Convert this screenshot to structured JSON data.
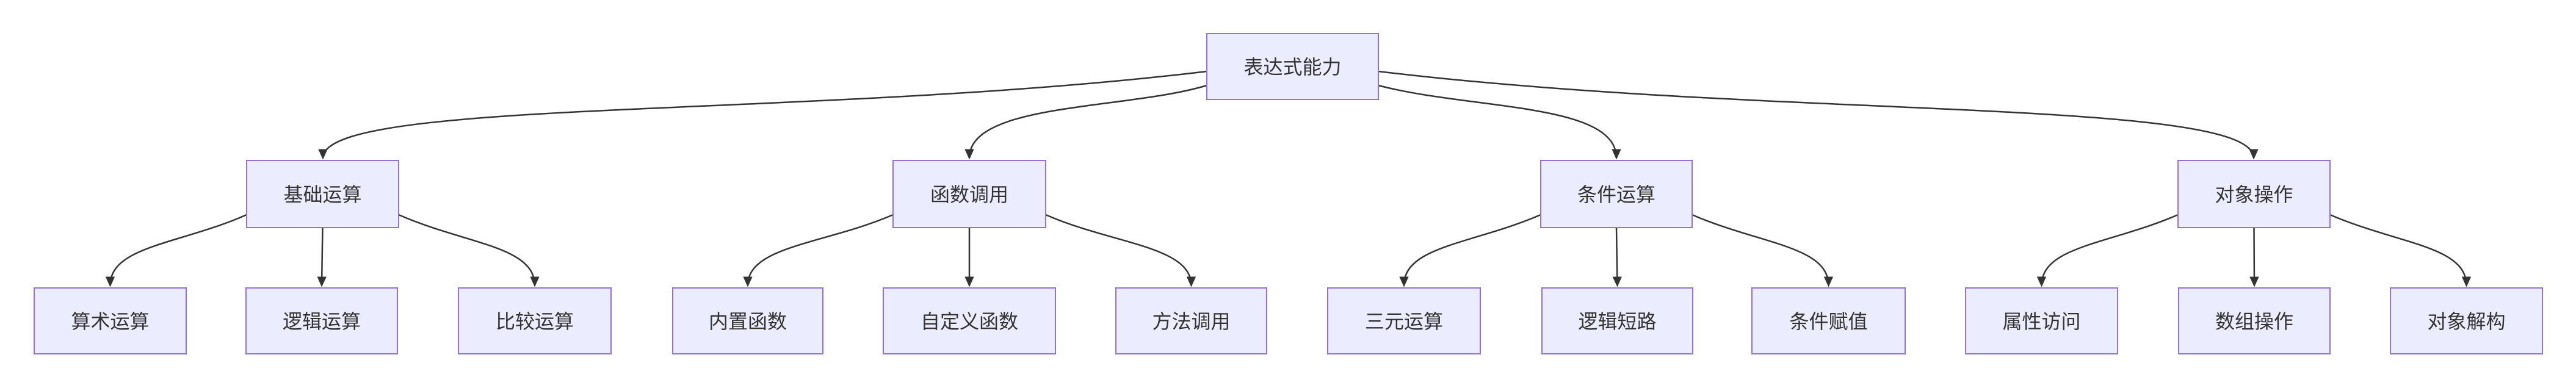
{
  "colors": {
    "background": "#FFFFFF",
    "node_fill": "#ECECFF",
    "node_border": "#9370DB",
    "edge_line": "#333333",
    "text": "#333333"
  },
  "diagram": {
    "type": "flowchart",
    "direction": "top-down",
    "root": {
      "label": "表达式能力"
    },
    "branches": [
      {
        "label": "基础运算",
        "children": [
          {
            "label": "算术运算"
          },
          {
            "label": "逻辑运算"
          },
          {
            "label": "比较运算"
          }
        ]
      },
      {
        "label": "函数调用",
        "children": [
          {
            "label": "内置函数"
          },
          {
            "label": "自定义函数"
          },
          {
            "label": "方法调用"
          }
        ]
      },
      {
        "label": "条件运算",
        "children": [
          {
            "label": "三元运算"
          },
          {
            "label": "逻辑短路"
          },
          {
            "label": "条件赋值"
          }
        ]
      },
      {
        "label": "对象操作",
        "children": [
          {
            "label": "属性访问"
          },
          {
            "label": "数组操作"
          },
          {
            "label": "对象解构"
          }
        ]
      }
    ]
  }
}
